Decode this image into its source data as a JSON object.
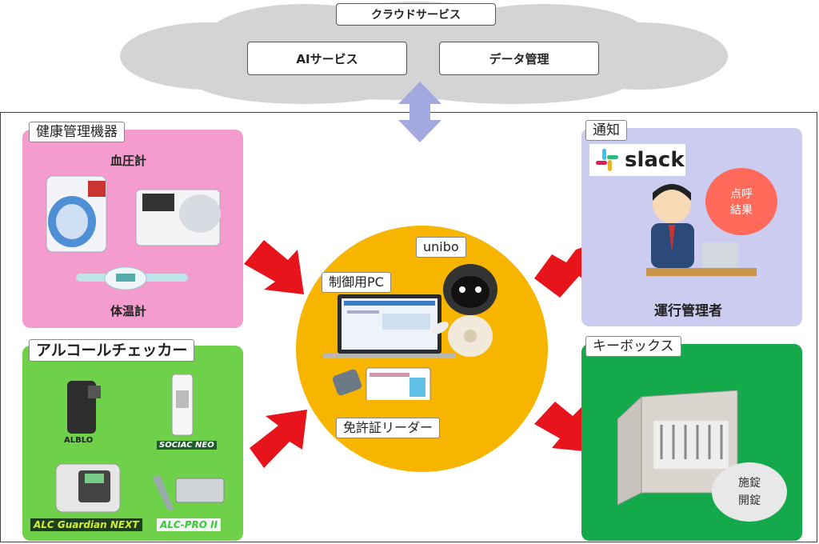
{
  "cloud": {
    "title": "クラウドサービス",
    "ai_service": "AIサービス",
    "data_management": "データ管理"
  },
  "health": {
    "title": "健康管理機器",
    "blood_pressure": "血圧計",
    "thermometer": "体温計"
  },
  "alcohol": {
    "title": "アルコールチェッカー",
    "products": [
      "ALBLO",
      "SOCIAC NEO",
      "ALC Guardian NEXT",
      "ALC-PRO II"
    ]
  },
  "center": {
    "pc_label": "制御用PC",
    "robot_label": "unibo",
    "reader_label": "免許証リーダー"
  },
  "notify": {
    "title": "通知",
    "slack": "slack",
    "bubble": [
      "点呼",
      "結果"
    ],
    "manager": "運行管理者"
  },
  "keybox": {
    "title": "キーボックス",
    "bubble": [
      "施錠",
      "開錠"
    ]
  },
  "colors": {
    "cloud": "#d4d4d4",
    "arrow_double": "#a3a9e0",
    "arrow": "#e8141c",
    "health_panel": "#f59cce",
    "alcohol_panel": "#6fd14a",
    "notify_panel": "#ccccf0",
    "keybox_panel": "#14a94a",
    "center_circle": "#f7b500"
  }
}
